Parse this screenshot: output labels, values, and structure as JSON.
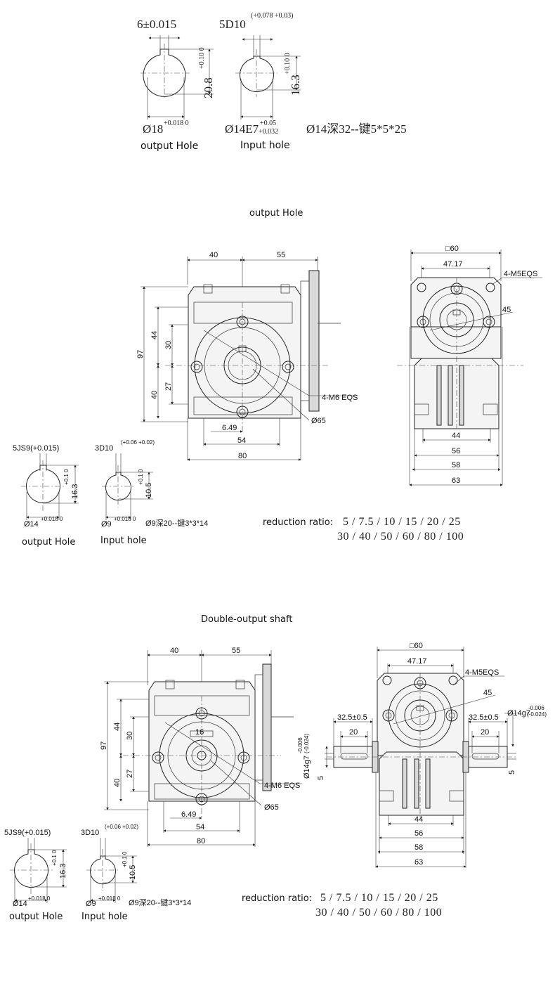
{
  "top_holes": {
    "output_key_width": "6±0.015",
    "output_height": "20.8",
    "output_height_tol": "+0.10 0",
    "output_dia": "Ø18",
    "output_dia_tol": "+0.018 0",
    "output_caption": "output Hole",
    "input_key_width": "5D10",
    "input_key_tol": "(+0.078 +0.03)",
    "input_height": "16.3",
    "input_height_tol": "+0.10 0",
    "input_dia": "Ø14E7",
    "input_dia_tol": "+0.05 +0.032",
    "input_caption": "Input hole",
    "shaft_note": "Ø14深32--键5*5*25"
  },
  "section1": {
    "title": "output Hole",
    "front": {
      "d40": "40",
      "d55": "55",
      "d97": "97",
      "d44": "44",
      "d30": "30",
      "d27": "27",
      "d40b": "40",
      "d649": "6.49",
      "d54": "54",
      "d80": "80",
      "m6": "4-M6 EQS",
      "phi65": "Ø65"
    },
    "side": {
      "sq60": "□60",
      "d4717": "47.17",
      "m5": "4-M5EQS",
      "d45": "45",
      "d44": "44",
      "d56": "56",
      "d58": "58",
      "d63": "63"
    },
    "holes": {
      "out_key": "5JS9(+0.015)",
      "out_h": "16.3",
      "out_h_tol": "+0.1 0",
      "out_dia": "Ø14",
      "out_dia_tol": "+0.018 0",
      "out_caption": "output Hole",
      "in_key": "3D10",
      "in_key_tol": "(+0.06 +0.02)",
      "in_h": "10.5",
      "in_h_tol": "+0.1 0",
      "in_dia": "Ø9",
      "in_dia_tol": "+0.018 0",
      "in_caption": "Input hole",
      "note": "Ø9深20--键3*3*14"
    },
    "ratio_label": "reduction ratio:",
    "ratio_line1": "5 / 7.5 / 10 / 15 / 20 / 25",
    "ratio_line2": "30 / 40 / 50 / 60 / 80 / 100"
  },
  "section2": {
    "title": "Double-output shaft",
    "front": {
      "d40": "40",
      "d55": "55",
      "d97": "97",
      "d44": "44",
      "d30": "30",
      "d27": "27",
      "d40b": "40",
      "d16": "16",
      "d649": "6.49",
      "d54": "54",
      "d80": "80",
      "m6": "4-M6 EQS",
      "phi65": "Ø65"
    },
    "side": {
      "sq60": "□60",
      "d4717": "47.17",
      "m5": "4-M5EQS",
      "d45": "45",
      "shaft_l": "32.5±0.5",
      "shaft_r": "32.5±0.5",
      "key_l": "20",
      "key_r": "20",
      "tol_right": "Ø14g7",
      "tol_right_t": "-0.006 (-0.024)",
      "tol_left": "Ø14g7",
      "tol_left_t": "-0.006 (-0.024)",
      "d5l": "5",
      "d5r": "5",
      "d44": "44",
      "d56": "56",
      "d58": "58",
      "d63": "63"
    },
    "holes": {
      "out_key": "5JS9(+0.015)",
      "out_h": "16.3",
      "out_h_tol": "+0.1 0",
      "out_dia": "Ø14",
      "out_dia_tol": "+0.018 0",
      "out_caption": "output Hole",
      "in_key": "3D10",
      "in_key_tol": "(+0.06 +0.02)",
      "in_h": "10.5",
      "in_h_tol": "+0.1 0",
      "in_dia": "Ø9",
      "in_dia_tol": "+0.018 0",
      "in_caption": "Input hole",
      "note": "Ø9深20--键3*3*14"
    },
    "ratio_label": "reduction ratio:",
    "ratio_line1": "5 / 7.5 / 10 / 15 / 20 / 25",
    "ratio_line2": "30 / 40 / 50 / 60 / 80 / 100"
  }
}
